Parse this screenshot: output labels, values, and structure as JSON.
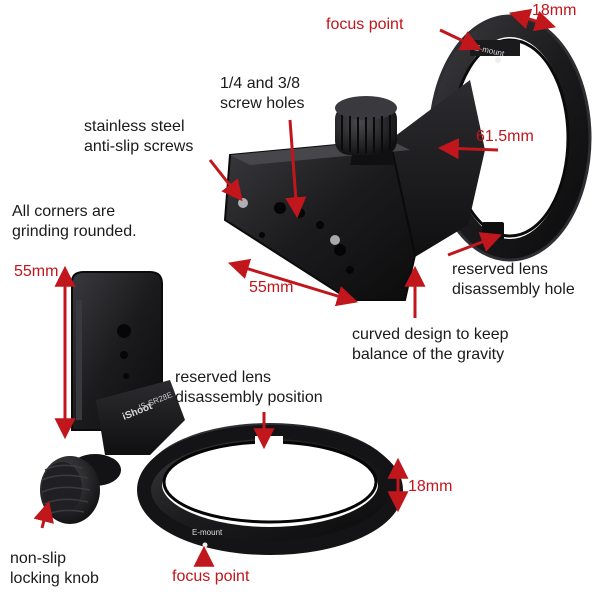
{
  "labels": {
    "focus_point_top": "focus point",
    "dim_18mm_top": "18mm",
    "screw_holes": [
      "1/4 and 3/8",
      "screw holes"
    ],
    "antislip": [
      "stainless steel",
      "anti-slip screws"
    ],
    "dim_61_5mm": "61.5mm",
    "corners": [
      "All corners are",
      "grinding rounded."
    ],
    "dim_55mm_left": "55mm",
    "reserved_hole": [
      "reserved lens",
      "disassembly hole"
    ],
    "dim_55mm_mid": "55mm",
    "curved": [
      "curved design to keep",
      "balance of the gravity"
    ],
    "reserved_position": [
      "reserved lens",
      "disassembly position"
    ],
    "dim_18mm_bottom": "18mm",
    "knob": [
      "non-slip",
      "locking knob"
    ],
    "focus_point_bottom": "focus point"
  },
  "engravings": {
    "e_mount_top": "E-mount",
    "e_mount_bottom": "E-mount",
    "brand": "iShoot",
    "model": "IS-SR28E"
  },
  "colors": {
    "annotation_red": "#c0161c",
    "metal_black": "#1c1c1e",
    "background": "#ffffff"
  }
}
